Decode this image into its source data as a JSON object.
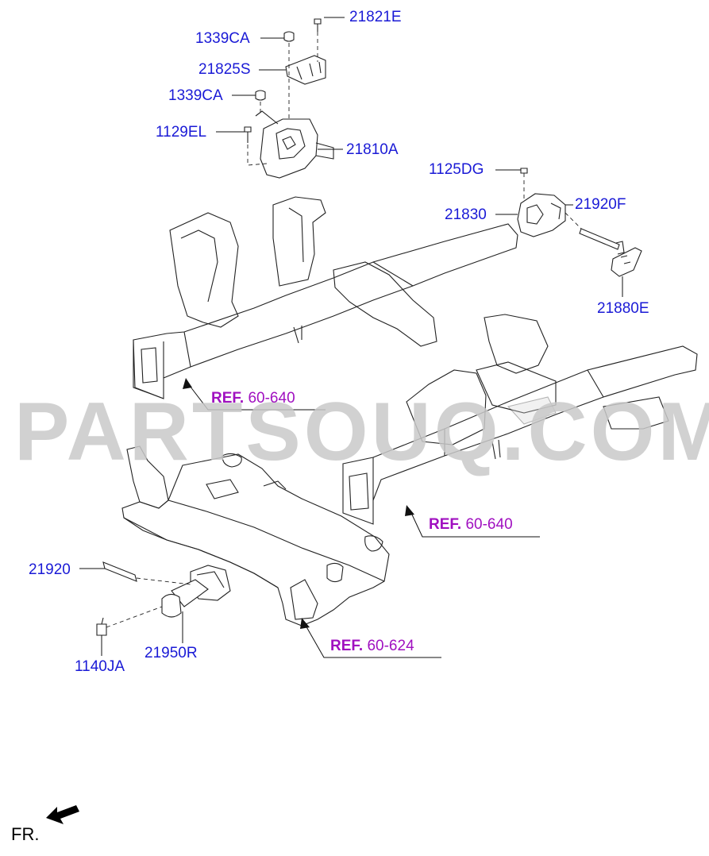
{
  "watermark": "PARTSOUQ.COM",
  "direction_label": "FR.",
  "parts": {
    "p21821E": "21821E",
    "p1339CA_top": "1339CA",
    "p21825S": "21825S",
    "p1339CA_mid": "1339CA",
    "p1129EL": "1129EL",
    "p21810A": "21810A",
    "p1125DG": "1125DG",
    "p21830": "21830",
    "p21920F": "21920F",
    "p21880E": "21880E",
    "p21920": "21920",
    "p1140JA": "1140JA",
    "p21950R": "21950R"
  },
  "refs": {
    "ref1": {
      "prefix": "REF.",
      "number": "60-640"
    },
    "ref2": {
      "prefix": "REF.",
      "number": "60-640"
    },
    "ref3": {
      "prefix": "REF.",
      "number": "60-624"
    }
  },
  "colors": {
    "part_label": "#1a1ad6",
    "ref_label": "#a010c0",
    "watermark": "#c9c9c9"
  },
  "icons": {
    "direction_arrow": "arrow-left-down-icon"
  }
}
